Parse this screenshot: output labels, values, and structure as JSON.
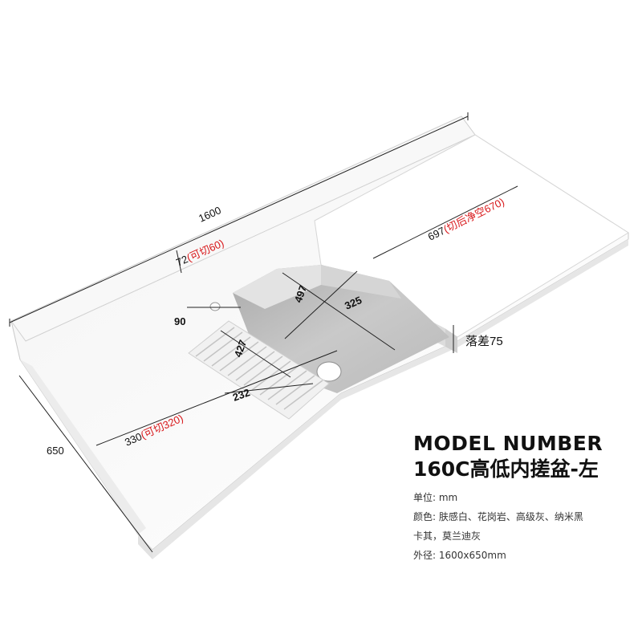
{
  "dimensions": {
    "length": "1600",
    "backsplash": "72",
    "backsplash_cut": "(可切60)",
    "right_board": "697",
    "right_board_cut": "(切后净空670)",
    "basin_depth": "497",
    "basin_width": "325",
    "drop_label": "落差75",
    "front_gap": "90",
    "board_length": "427",
    "board_width": "232",
    "left_board": "330",
    "left_board_cut": "(可切320)",
    "width": "650"
  },
  "product": {
    "title": "MODEL NUMBER",
    "name": "160C高低内搓盆-左",
    "unit": "单位: mm",
    "colors_line1": "颜色: 肤感白、花岗岩、高级灰、纳米黑",
    "colors_line2": "卡其，莫兰迪灰",
    "size": "外径: 1600x650mm"
  }
}
